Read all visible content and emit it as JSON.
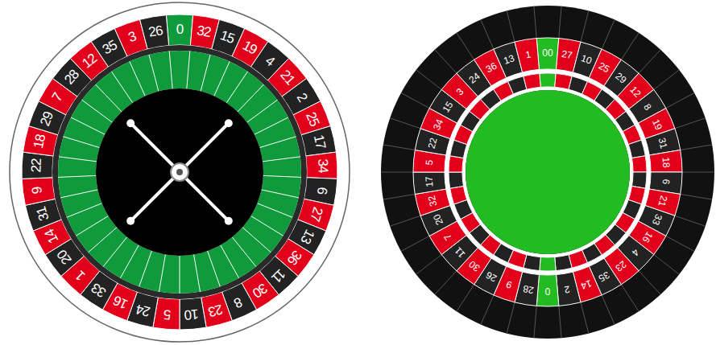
{
  "diagram": {
    "labels": [
      "0",
      "32",
      "15",
      "19",
      "4",
      "21",
      "2",
      "25",
      "17",
      "34",
      "6",
      "27",
      "13",
      "36",
      "11",
      "30",
      "8",
      "23",
      "10",
      "5",
      "24",
      "16",
      "33",
      "1",
      "20",
      "14",
      "31",
      "9",
      "22",
      "18",
      "29",
      "7",
      "28",
      "12",
      "35",
      "3",
      "26",
      "00",
      "27",
      "10",
      "25",
      "29",
      "12",
      "8",
      "19",
      "31",
      "18",
      "6",
      "21",
      "33",
      "16",
      "4",
      "23",
      "35",
      "14",
      "2",
      "0",
      "28",
      "9",
      "26",
      "30",
      "11",
      "7",
      "20",
      "32",
      "17",
      "5",
      "22",
      "34",
      "15",
      "3",
      "24",
      "36",
      "13",
      "1"
    ]
  }
}
